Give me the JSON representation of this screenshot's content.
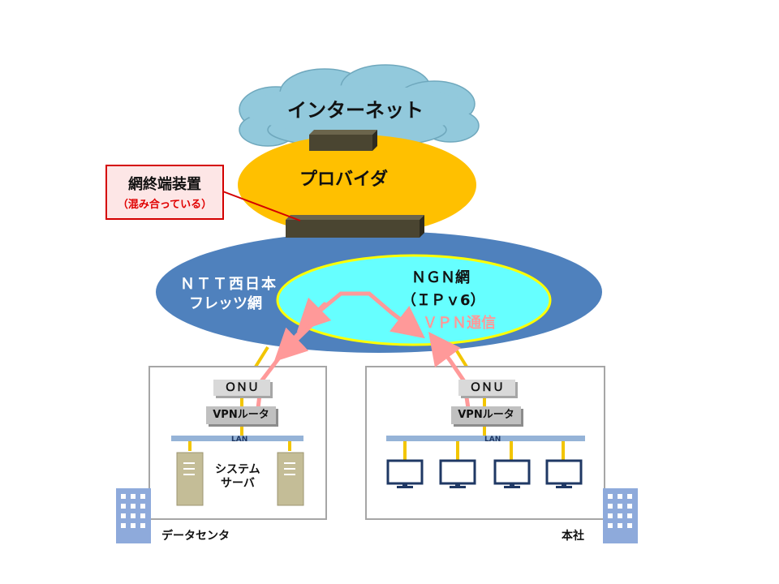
{
  "labels": {
    "internet": "インターネット",
    "provider": "プロバイダ",
    "callout_title": "網終端装置",
    "callout_sub": "（混み合っている）",
    "flets_line1": "ＮＴＴ西日本",
    "flets_line2": "フレッツ網",
    "ngn_line1": "ＮＧＮ網",
    "ngn_line2": "（ＩＰｖ6）",
    "vpn": "ＶＰＮ通信",
    "onu_left": "ＯＮＵ",
    "onu_right": "ＯＮＵ",
    "router_left": "VPNルータ",
    "router_right": "VPNルータ",
    "lan_left": "LAN",
    "lan_right": "LAN",
    "server_line1": "システム",
    "server_line2": "サーバ",
    "site_left": "データセンタ",
    "site_right": "本社"
  },
  "colors": {
    "cloud": "#92c9dc",
    "provider": "#ffc000",
    "flets": "#4f81bd",
    "ngn": "#66ffff",
    "ngn_border": "#ffff00",
    "vpn_arrow": "#ff9999",
    "vpn_text": "#ff9999",
    "lan_bar": "#95b3d7",
    "link": "#f2c500",
    "device_dark": "#4a4531",
    "server": "#c4bd97",
    "pc": "#1f3864",
    "building": "#8eaadb",
    "callout_border": "#d40000",
    "callout_sub": "#e00000"
  },
  "icons": [
    "cloud-icon",
    "network-termination-device-icon",
    "server-icon",
    "monitor-icon",
    "building-icon"
  ]
}
